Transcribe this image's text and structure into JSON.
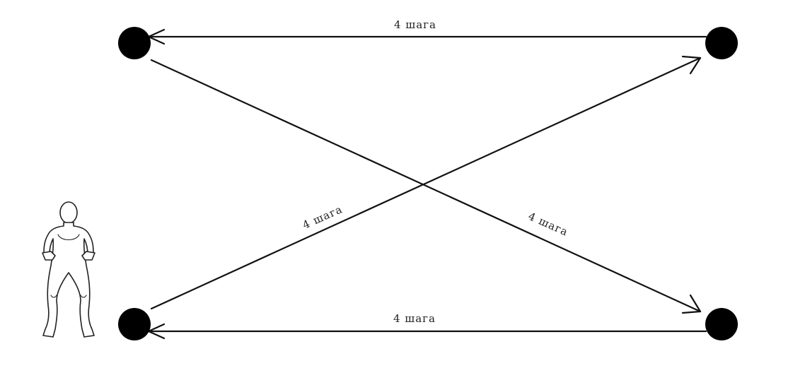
{
  "diagram": {
    "edges": [
      {
        "id": "top",
        "label": "4 шага"
      },
      {
        "id": "diag-up",
        "label": "4 шага"
      },
      {
        "id": "diag-down",
        "label": "4 шага"
      },
      {
        "id": "bottom",
        "label": "4 шага"
      }
    ]
  },
  "colors": {
    "cone": "#000000",
    "line": "#111111",
    "background": "#ffffff"
  }
}
